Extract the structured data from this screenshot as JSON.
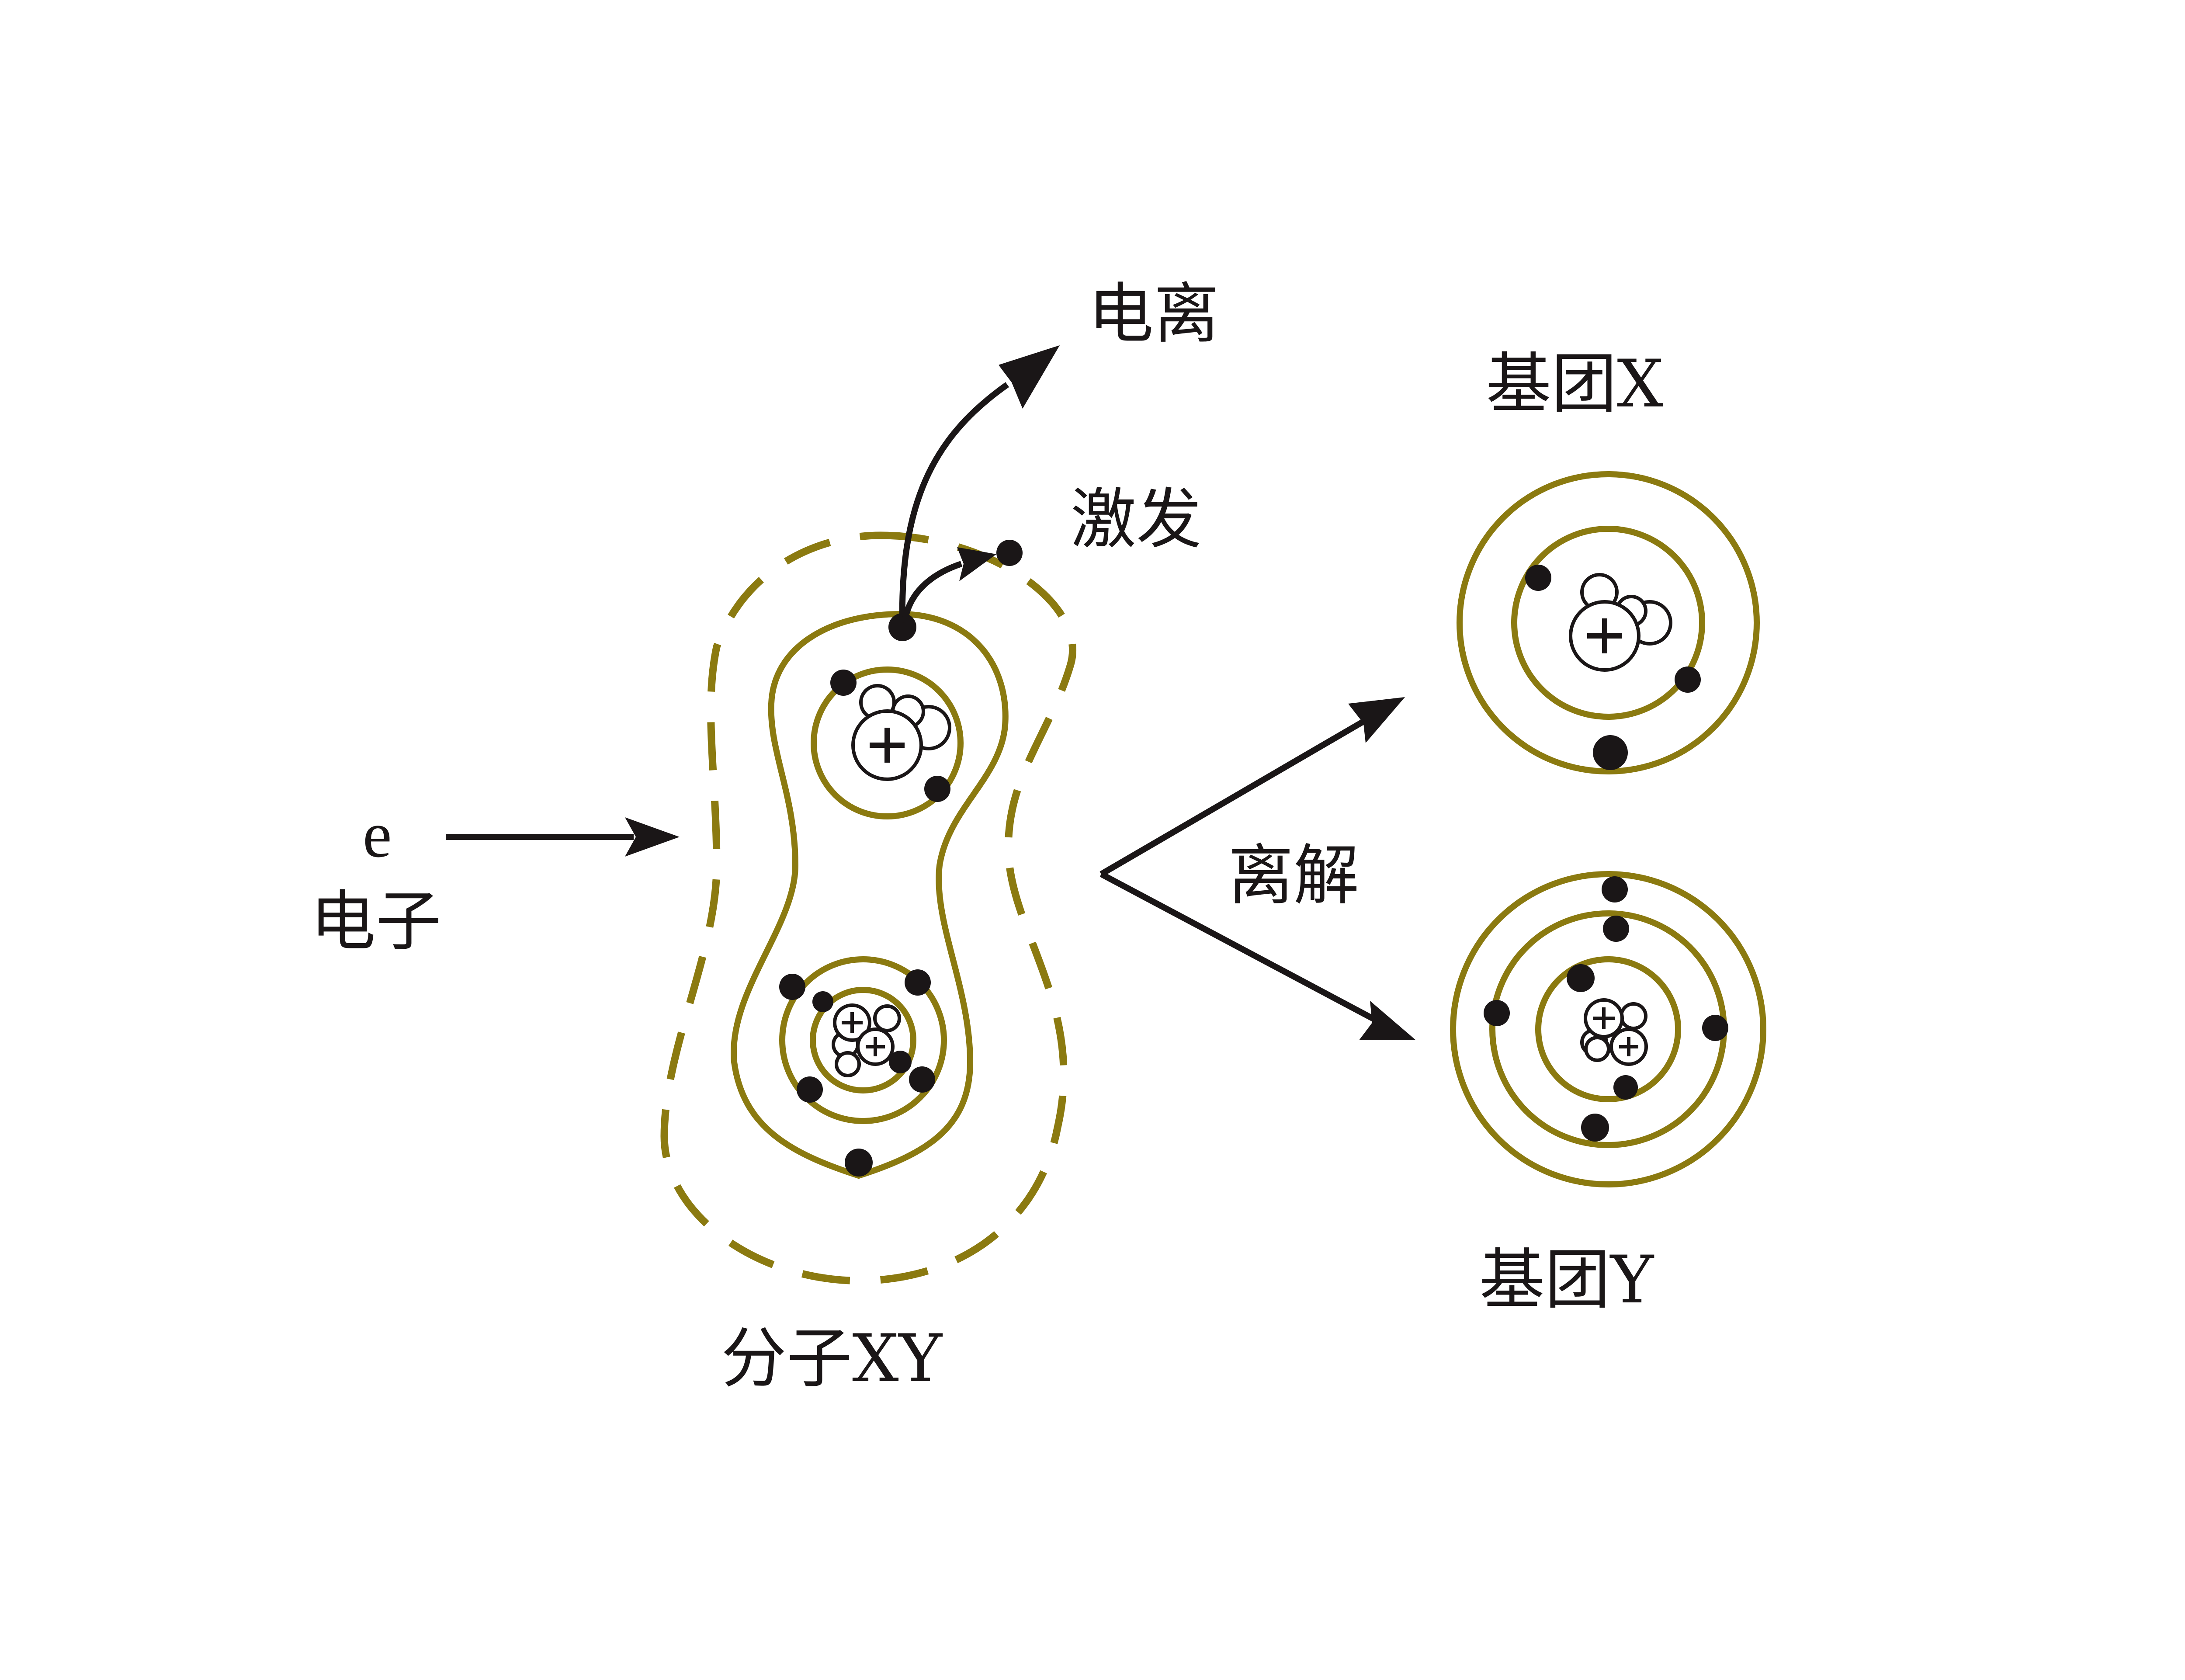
{
  "labels": {
    "electron_symbol": "e",
    "electron": "电子",
    "ionization": "电离",
    "excitation": "激发",
    "dissociation": "离解",
    "molecule": "分子XY",
    "radical_x": "基团X",
    "radical_y": "基团Y"
  },
  "colors": {
    "orbit": "#8b7a10",
    "ink": "#1a1617"
  }
}
